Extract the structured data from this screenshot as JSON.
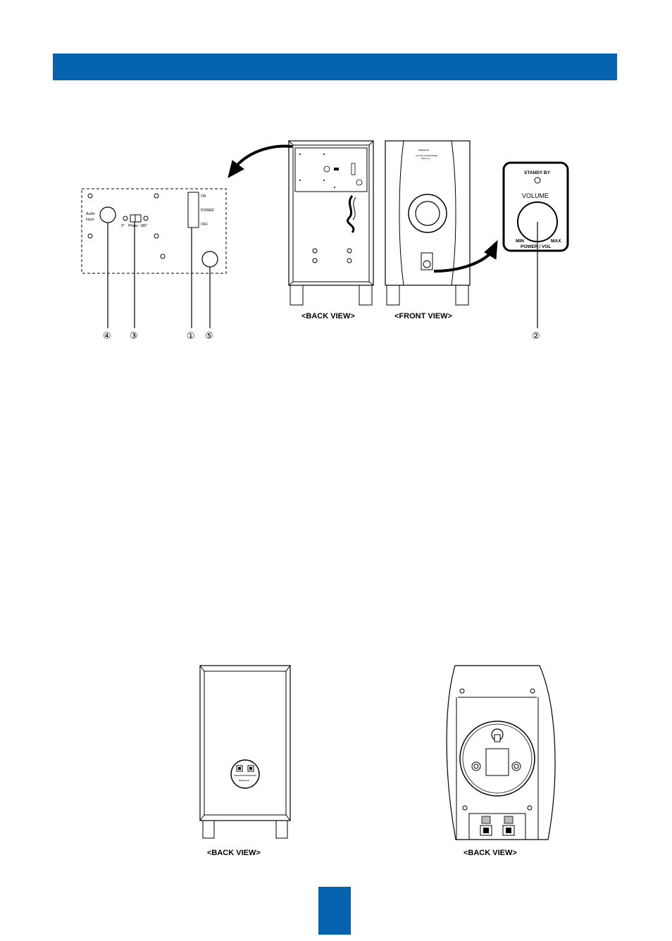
{
  "header": {
    "color": "#0462ae"
  },
  "panel": {
    "audio_input_label": [
      "Audio",
      "Input"
    ],
    "phase_left": "0°",
    "phase_mid": "Phase",
    "phase_right": "180°",
    "switch_on": "ON",
    "switch_power": "POWER",
    "switch_off": "OFF"
  },
  "volume_panel": {
    "standby": "STANDY BY",
    "volume": "VOLUME",
    "min": "MIN",
    "max": "MAX",
    "power_vol": "POWER / VOL"
  },
  "callouts": {
    "n1": "①",
    "n2": "②",
    "n3": "③",
    "n4": "④",
    "n5": "⑤"
  },
  "captions": {
    "sub_back": "<BACK VIEW>",
    "sub_front": "<FRONT VIEW>",
    "sat_back_left": "<BACK VIEW>",
    "sat_back_right": "<BACK VIEW>"
  },
  "brand": "Sherwood",
  "front_badge": [
    "ACTIVE SUBWOOFER",
    "SWP-xxx"
  ],
  "icons": [
    "right-arrow-icon",
    "left-arrow-icon"
  ]
}
